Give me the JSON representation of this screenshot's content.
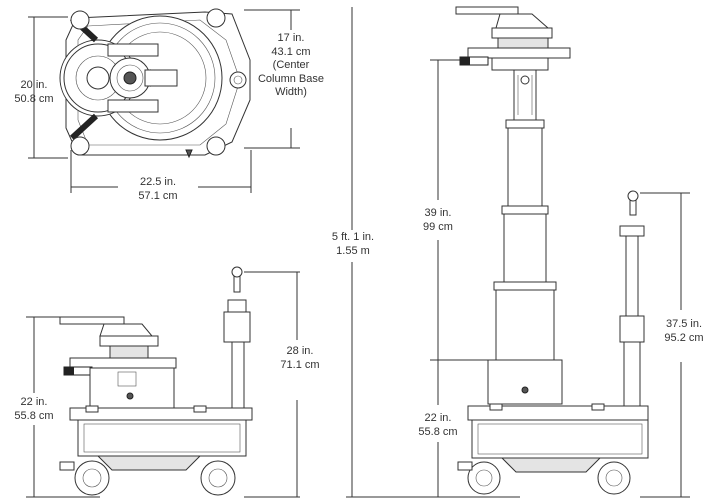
{
  "dimensions": {
    "top_depth": "20 in.\n50.8 cm",
    "center_column_width": "17 in.\n43.1 cm\n(Center\nColumn Base\nWidth)",
    "top_width": "22.5 in.\n57.1 cm",
    "overall_height": "5 ft. 1 in.\n1.55 m",
    "column_extension": "39 in.\n99 cm",
    "base_height_left": "22 in.\n55.8 cm",
    "handle_height_left": "28 in.\n71.1 cm",
    "base_height_right": "22 in.\n55.8 cm",
    "handle_height_right": "37.5 in.\n95.2 cm"
  }
}
